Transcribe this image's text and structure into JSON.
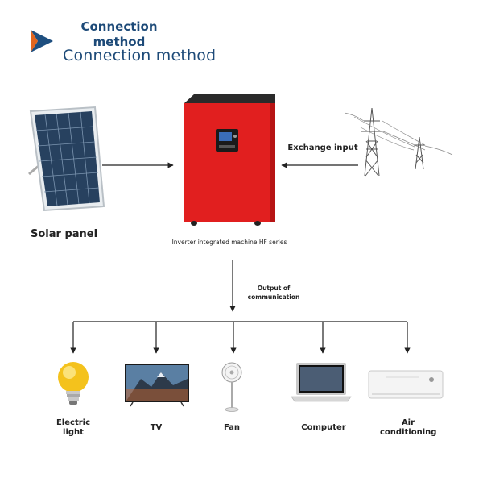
{
  "header": {
    "title_overlay": "Connection method",
    "title": "Connection method"
  },
  "diagram": {
    "solar_panel_label": "Solar panel",
    "inverter_label": "Inverter integrated machine HF series",
    "exchange_input_label": "Exchange input",
    "output_label": "Output of communication",
    "appliances": [
      "Electric light",
      "TV",
      "Fan",
      "Computer",
      "Air conditioning"
    ]
  },
  "colors": {
    "title": "#1d4a78",
    "inverter": "#e11f1f",
    "accent_arrow": "#1e4f80",
    "line": "#222222"
  }
}
